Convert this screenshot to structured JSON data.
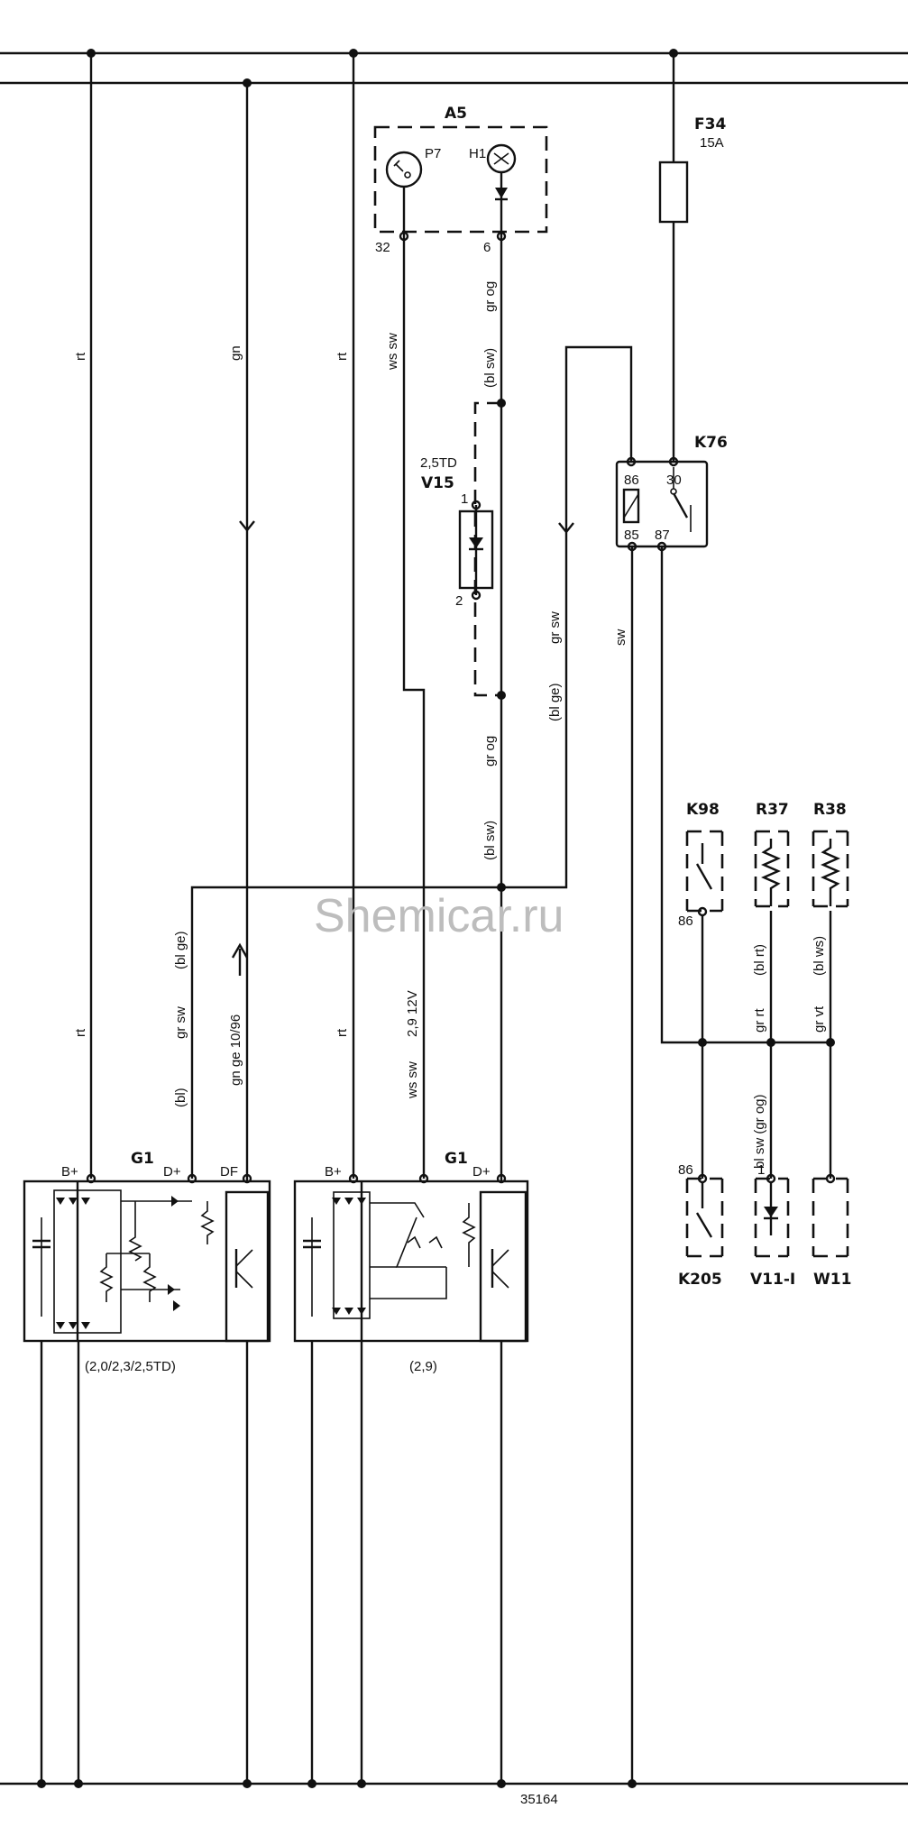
{
  "watermark": "Shemicar.ru",
  "drawing_number": "35164",
  "components": {
    "a5": "A5",
    "p7": "P7",
    "h1": "H1",
    "a5_pin_32": "32",
    "a5_pin_6": "6",
    "f34": "F34",
    "f34_rating": "15A",
    "k76": "K76",
    "k76_pin_86": "86",
    "k76_pin_30": "30",
    "k76_pin_85": "85",
    "k76_pin_87": "87",
    "v15": "V15",
    "v15_variant": "2,5TD",
    "v15_pin_1": "1",
    "v15_pin_2": "2",
    "k98": "K98",
    "k98_pin": "86",
    "r37": "R37",
    "r38": "R38",
    "k205": "K205",
    "k205_pin": "86",
    "v11": "V11-I",
    "v11_pin": "1",
    "w11": "W11",
    "g1_left": "G1",
    "g1_left_variant": "(2,0/2,3/2,5TD)",
    "g1_left_b": "B+",
    "g1_left_d": "D+",
    "g1_left_df": "DF",
    "g1_right": "G1",
    "g1_right_variant": "(2,9)",
    "g1_right_b": "B+",
    "g1_right_d": "D+"
  },
  "wires": {
    "rt_left_top": "rt",
    "gn": "gn",
    "rt_mid_top": "rt",
    "ws_sw_top": "ws sw",
    "gr_og_top": "gr og",
    "bl_sw_top": "(bl sw)",
    "gr_sw_mid": "gr sw",
    "bl_ge_mid": "(bl ge)",
    "sw": "sw",
    "gr_og_mid": "gr og",
    "bl_sw_mid": "(bl sw)",
    "bl_ge_low": "(bl ge)",
    "gr_sw_low": "gr sw",
    "bl_low": "(bl)",
    "gn_ge": "gn ge 10/96",
    "rt_left_low": "rt",
    "rt_mid_low": "rt",
    "ws_sw_low": "ws sw",
    "v29": "2,9 12V",
    "bl_rt": "(bl rt)",
    "gr_rt": "gr rt",
    "bl_ws": "(bl ws)",
    "gr_vt": "gr vt",
    "bl_sw_gr_og": "bl sw (gr og)"
  }
}
